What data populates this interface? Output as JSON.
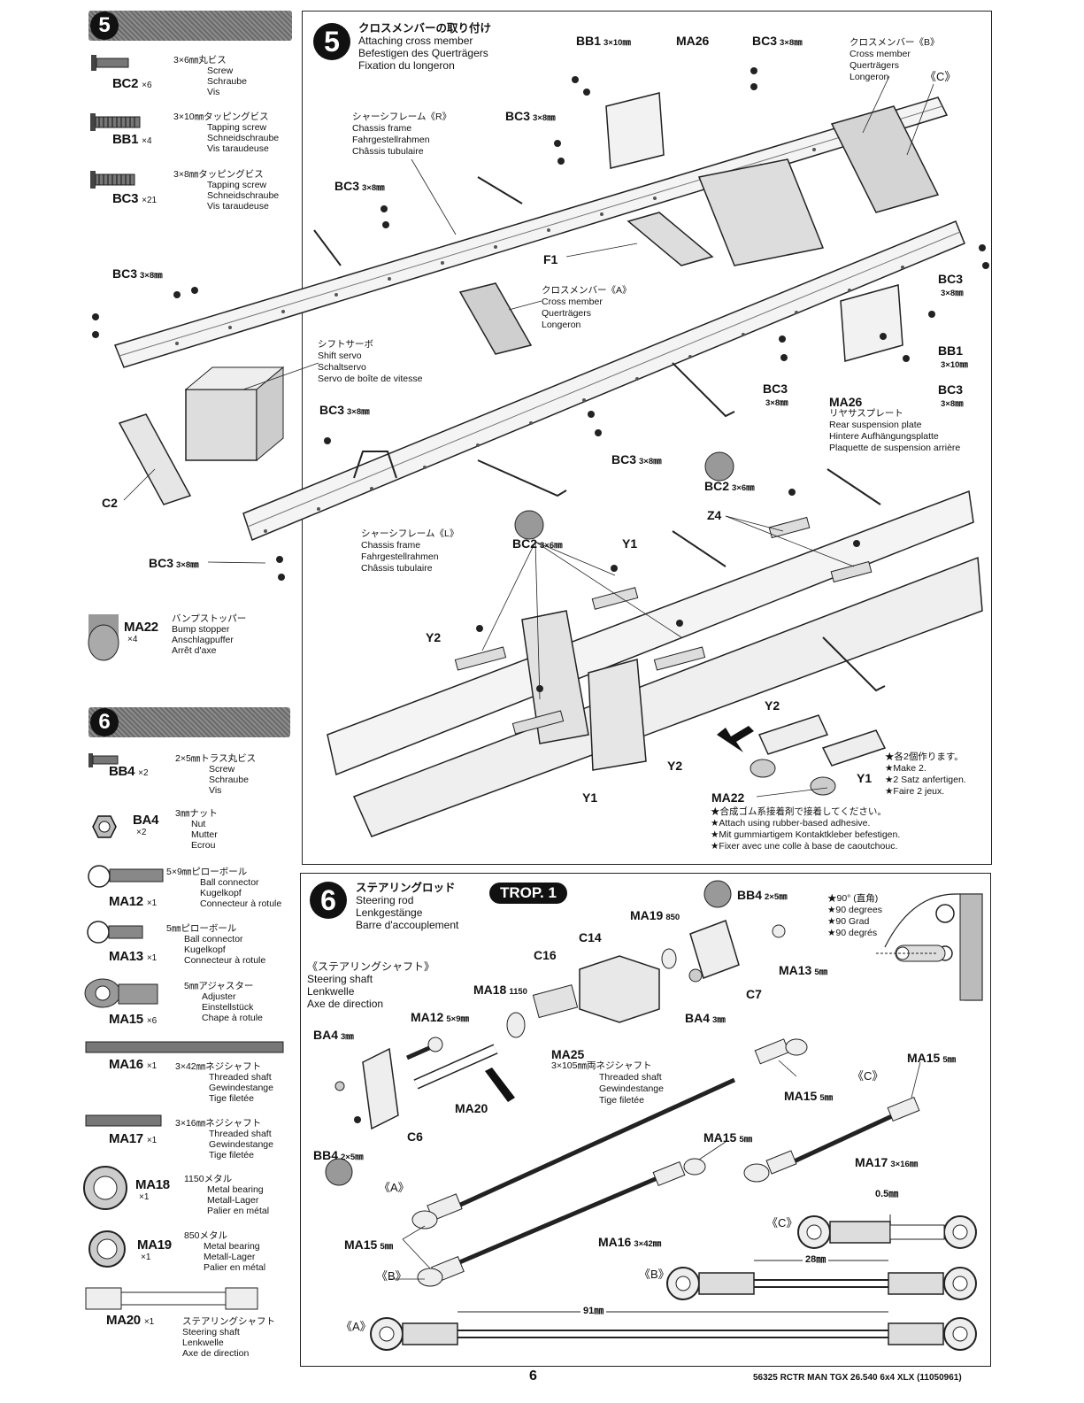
{
  "left": {
    "step5": {
      "number": "5",
      "parts": [
        {
          "code": "BC2",
          "qty": "×6",
          "size": "3×6㎜丸ビス",
          "langs": [
            "Screw",
            "Schraube",
            "Vis"
          ]
        },
        {
          "code": "BB1",
          "qty": "×4",
          "size": "3×10㎜タッピングビス",
          "langs": [
            "Tapping screw",
            "Schneidschraube",
            "Vis taraudeuse"
          ]
        },
        {
          "code": "BC3",
          "qty": "×21",
          "size": "3×8㎜タッピングビス",
          "langs": [
            "Tapping screw",
            "Schneidschraube",
            "Vis taraudeuse"
          ]
        }
      ],
      "bump": {
        "code": "MA22",
        "qty": "×4",
        "jp": "バンプストッパー",
        "langs": [
          "Bump stopper",
          "Anschlagpuffer",
          "Arrêt d'axe"
        ]
      }
    },
    "step6": {
      "number": "6",
      "parts": [
        {
          "code": "BB4",
          "qty": "×2",
          "size": "2×5㎜トラス丸ビス",
          "langs": [
            "Screw",
            "Schraube",
            "Vis"
          ]
        },
        {
          "code": "BA4",
          "qty": "×2",
          "size": "3㎜ナット",
          "langs": [
            "Nut",
            "Mutter",
            "Ecrou"
          ]
        },
        {
          "code": "MA12",
          "qty": "×1",
          "size": "5×9㎜ピローボール",
          "langs": [
            "Ball connector",
            "Kugelkopf",
            "Connecteur à rotule"
          ]
        },
        {
          "code": "MA13",
          "qty": "×1",
          "size": "5㎜ピローボール",
          "langs": [
            "Ball connector",
            "Kugelkopf",
            "Connecteur à rotule"
          ]
        },
        {
          "code": "MA15",
          "qty": "×6",
          "size": "5㎜アジャスター",
          "langs": [
            "Adjuster",
            "Einstellstück",
            "Chape à rotule"
          ]
        },
        {
          "code": "MA16",
          "qty": "×1",
          "size": "3×42㎜ネジシャフト",
          "langs": [
            "Threaded shaft",
            "Gewindestange",
            "Tige filetée"
          ]
        },
        {
          "code": "MA17",
          "qty": "×1",
          "size": "3×16㎜ネジシャフト",
          "langs": [
            "Threaded shaft",
            "Gewindestange",
            "Tige filetée"
          ]
        },
        {
          "code": "MA18",
          "qty": "×1",
          "size": "1150メタル",
          "langs": [
            "Metal bearing",
            "Metall-Lager",
            "Palier en métal"
          ]
        },
        {
          "code": "MA19",
          "qty": "×1",
          "size": "850メタル",
          "langs": [
            "Metal bearing",
            "Metall-Lager",
            "Palier en métal"
          ]
        },
        {
          "code": "MA20",
          "qty": "×1",
          "size": "ステアリングシャフト",
          "langs": [
            "Steering shaft",
            "Lenkwelle",
            "Axe de direction"
          ]
        }
      ]
    }
  },
  "step5_panel": {
    "number": "5",
    "title_jp": "クロスメンバーの取り付け",
    "title_lines": [
      "Attaching cross member",
      "Befestigen des Querträgers",
      "Fixation du longeron"
    ],
    "labels": {
      "bb1_top": "BB1",
      "bb1_top_size": "3×10㎜",
      "ma26_top": "MA26",
      "bc3_top": "BC3",
      "bc3_top_size": "3×8㎜",
      "cross_b_jp": "クロスメンバー《B》",
      "cross_b": [
        "Cross member",
        "Querträgers",
        "Longeron"
      ],
      "c_mark": "《C》",
      "chassis_r_jp": "シャーシフレーム《R》",
      "chassis_r": [
        "Chassis frame",
        "Fahrgestellrahmen",
        "Châssis tubulaire"
      ],
      "bc3_a": "BC3",
      "bc3_a_size": "3×8㎜",
      "bc3_b": "BC3",
      "bc3_b_size": "3×8㎜",
      "f1": "F1",
      "cross_a_jp": "クロスメンバー《A》",
      "cross_a": [
        "Cross member",
        "Querträgers",
        "Longeron"
      ],
      "bc3_c": "BC3",
      "bc3_c_size": "3×8㎜",
      "shift_jp": "シフトサーボ",
      "shift": [
        "Shift servo",
        "Schaltservo",
        "Servo de boîte de vitesse"
      ],
      "bc3_r1": "BC3",
      "bc3_r1_size": "3×8㎜",
      "bb1_r": "BB1",
      "bb1_r_size": "3×10㎜",
      "bc3_r2": "BC3",
      "bc3_r2_size": "3×8㎜",
      "bc3_r3": "BC3",
      "bc3_r3_size": "3×8㎜",
      "ma26_b": "MA26",
      "ma26_jp": "リヤサスプレート",
      "ma26": [
        "Rear suspension plate",
        "Hintere Aufhängungsplatte",
        "Plaquette de suspension arrière"
      ],
      "bc3_d": "BC3",
      "bc3_d_size": "3×8㎜",
      "bc3_e": "BC3",
      "bc3_e_size": "3×8㎜",
      "c2": "C2",
      "bc3_f": "BC3",
      "bc3_f_size": "3×8㎜",
      "chassis_l_jp": "シャーシフレーム《L》",
      "chassis_l": [
        "Chassis frame",
        "Fahrgestellrahmen",
        "Châssis tubulaire"
      ],
      "bc2_a": "BC2",
      "bc2_a_size": "3×6㎜",
      "bc2_b": "BC2",
      "bc2_b_size": "3×6㎜",
      "z4": "Z4",
      "y1_a": "Y1",
      "y2_a": "Y2",
      "y2_b": "Y2",
      "y2_c": "Y2",
      "y1_b": "Y1",
      "y1_c": "Y1",
      "ma22": "MA22",
      "make2": [
        "★各2個作ります。",
        "★Make 2.",
        "★2 Satz anfertigen.",
        "★Faire 2 jeux."
      ],
      "adhesive": [
        "★合成ゴム系接着剤で接着してください。",
        "★Attach using rubber-based adhesive.",
        "★Mit gummiartigem Kontaktkleber befestigen.",
        "★Fixer avec une colle à base de caoutchouc."
      ]
    }
  },
  "step6_panel": {
    "number": "6",
    "title_jp": "ステアリングロッド",
    "title_lines": [
      "Steering rod",
      "Lenkgestänge",
      "Barre d'accouplement"
    ],
    "trop": "TROP. 1",
    "shaft_jp": "《ステアリングシャフト》",
    "shaft_lines": [
      "Steering shaft",
      "Lenkwelle",
      "Axe de direction"
    ],
    "angle": [
      "★90° (直角)",
      "★90 degrees",
      "★90 Grad",
      "★90 degrés"
    ],
    "labels": {
      "bb4_a": "BB4",
      "bb4_a_size": "2×5㎜",
      "ma19": "MA19",
      "ma19_size": "850",
      "c14": "C14",
      "c16": "C16",
      "ma13": "MA13",
      "ma13_size": "5㎜",
      "c7": "C7",
      "ma18": "MA18",
      "ma18_size": "1150",
      "ma12": "MA12",
      "ma12_size": "5×9㎜",
      "ba4_a": "BA4",
      "ba4_a_size": "3㎜",
      "ba4_b": "BA4",
      "ba4_b_size": "3㎜",
      "ma25": "MA25",
      "ma25_jp": "3×105㎜両ネジシャフト",
      "ma25_lines": [
        "Threaded shaft",
        "Gewindestange",
        "Tige filetée"
      ],
      "ma20": "MA20",
      "c6": "C6",
      "bb4_b": "BB4",
      "bb4_b_size": "2×5㎜",
      "ma15_a": "MA15",
      "ma15_a_size": "5㎜",
      "ma15_b": "MA15",
      "ma15_b_size": "5㎜",
      "ma15_c": "MA15",
      "ma15_c_size": "5㎜",
      "ma15_d": "MA15",
      "ma15_d_size": "5㎜",
      "ma17": "MA17",
      "ma17_size": "3×16㎜",
      "ma16": "MA16",
      "ma16_size": "3×42㎜",
      "mark_a1": "《A》",
      "mark_b1": "《B》",
      "mark_c1": "《C》",
      "mark_c2": "《C》",
      "mark_b2": "《B》",
      "mark_a2": "《A》",
      "dim_05": "0.5㎜",
      "dim_28": "28㎜",
      "dim_91": "91㎜"
    }
  },
  "footer": {
    "page_number": "6",
    "model": "56325 RCTR MAN TGX 26.540 6x4 XLX (11050961)"
  }
}
